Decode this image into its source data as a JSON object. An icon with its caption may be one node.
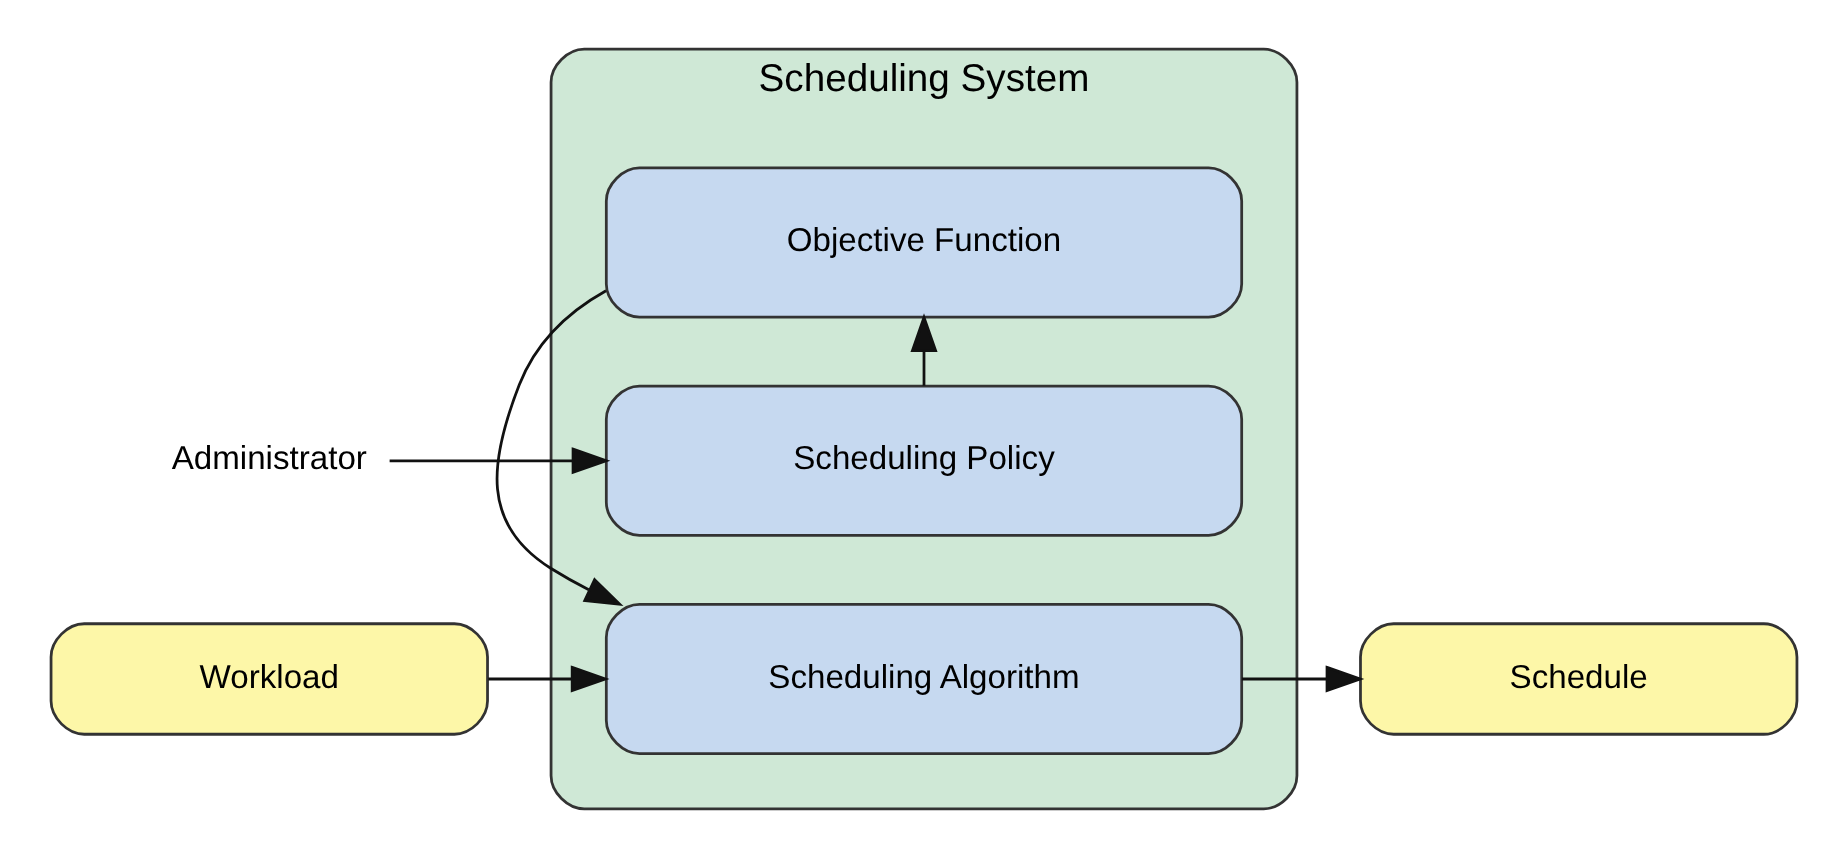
{
  "diagram": {
    "nodes": [
      {
        "text": [
          "Scheduling System"
        ]
      },
      {
        "text": [
          "Scheduling Policy"
        ],
        "in": 0
      },
      {
        "text": [
          "Objective Function"
        ],
        "in": 0
      },
      {
        "text": [
          "Scheduling Algorithm"
        ],
        "in": 0
      },
      {
        "text": [
          "Administrator"
        ]
      },
      {
        "text": [
          "Workload"
        ]
      },
      {
        "text": [
          "Schedule"
        ]
      }
    ],
    "edges": [
      {
        "from": 4,
        "to": 1,
        "arrow": "to"
      },
      {
        "from": 1,
        "to": 2,
        "arrow": "to"
      },
      {
        "from": 2,
        "to": 3,
        "arrow": "to"
      },
      {
        "from": 5,
        "to": 3,
        "arrow": "to"
      },
      {
        "from": 3,
        "to": 6,
        "arrow": "to"
      }
    ]
  }
}
